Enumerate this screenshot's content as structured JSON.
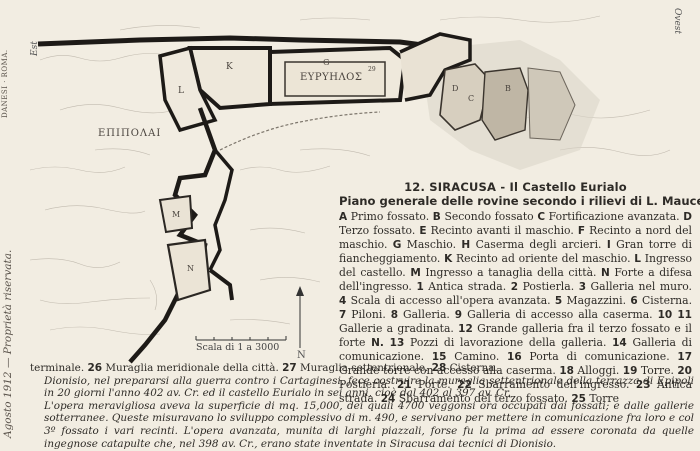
{
  "publisher": "DANESI · ROMA.",
  "rights": "Agosto 1912 — Proprietà riservata.",
  "compass": {
    "east": "Est",
    "west": "Ovest",
    "north": "N"
  },
  "map": {
    "region_label": "ΕΠΙΠΟΛΑΙ",
    "courtyard_label": "ΕΥΡΥΗΛΟΣ",
    "letters": [
      "K",
      "G",
      "L",
      "M",
      "N",
      "D",
      "C",
      "B",
      "29"
    ],
    "scale_label": "Scala di 1 a 3000"
  },
  "legend": {
    "title": "12. SIRACUSA - Il Castello Eurialo",
    "subtitle": "Piano generale delle rovine secondo i rilievi di L. Mauceri.",
    "entries": [
      {
        "key": "A",
        "text": "Primo fossato."
      },
      {
        "key": "B",
        "text": "Secondo fossato"
      },
      {
        "key": "C",
        "text": "Fortificazione avanzata."
      },
      {
        "key": "D",
        "text": "Terzo fossato."
      },
      {
        "key": "E",
        "text": "Recinto avanti il maschio."
      },
      {
        "key": "F",
        "text": "Recinto a nord del maschio."
      },
      {
        "key": "G",
        "text": "Maschio."
      },
      {
        "key": "H",
        "text": "Caserma degli arcieri."
      },
      {
        "key": "I",
        "text": "Gran torre di fiancheggiamento."
      },
      {
        "key": "K",
        "text": "Recinto ad oriente del maschio."
      },
      {
        "key": "L",
        "text": "Ingresso del castello."
      },
      {
        "key": "M",
        "text": "Ingresso a tanaglia della città."
      },
      {
        "key": "N",
        "text": "Forte a difesa dell'ingresso."
      },
      {
        "key": "1",
        "text": "Antica strada."
      },
      {
        "key": "2",
        "text": "Postierla."
      },
      {
        "key": "3",
        "text": "Galleria nel muro."
      },
      {
        "key": "4",
        "text": "Scala di accesso all'opera avanzata."
      },
      {
        "key": "5",
        "text": "Magazzini."
      },
      {
        "key": "6",
        "text": "Cisterna."
      },
      {
        "key": "7",
        "text": "Piloni."
      },
      {
        "key": "8",
        "text": "Galleria."
      },
      {
        "key": "9",
        "text": "Galleria di accesso alla caserma."
      },
      {
        "key": "10 11",
        "text": "Gallerie a gradinata."
      },
      {
        "key": "12",
        "text": "Grande galleria fra il terzo fossato e il forte"
      },
      {
        "key": "N.",
        "text": ""
      },
      {
        "key": "13",
        "text": "Pozzi di lavorazione della galleria."
      },
      {
        "key": "14",
        "text": "Galleria di comunicazione."
      },
      {
        "key": "15",
        "text": "Camino."
      },
      {
        "key": "16",
        "text": "Porta di comunicazione."
      },
      {
        "key": "17",
        "text": "Grande torre con accesso alla caserma."
      },
      {
        "key": "18",
        "text": "Alloggi."
      },
      {
        "key": "19",
        "text": "Torre."
      },
      {
        "key": "20",
        "text": "Postierla."
      },
      {
        "key": "21",
        "text": "Porte."
      },
      {
        "key": "22",
        "text": "Sbarramento dell'ingresso."
      },
      {
        "key": "23",
        "text": "Antica strada."
      },
      {
        "key": "24",
        "text": "Sbarramento del terzo fossato."
      },
      {
        "key": "25",
        "text": "Torre"
      }
    ]
  },
  "caption": {
    "continuation": [
      {
        "text": "terminale."
      },
      {
        "key": "26",
        "text": "Muraglia meridionale della città."
      },
      {
        "key": "27",
        "text": "Muraglia settentrionale."
      },
      {
        "key": "28",
        "text": "Cisterna."
      }
    ],
    "paragraph1": "Dionisio, nel prepararsi alla guerra contro i Cartaginesi, fece costruire la muraglia settentrionale della terrazza di Epipoli in 20 giorni l'anno 402 av. Cr. ed il castello Eurialo in sei anni, cioè dal 402 al 397 av. Cr.",
    "paragraph2": "L'opera meravigliosa aveva la superficie di mq. 15,000, dei quali 4700 veggonsi ora occupati dai fossati; e dalle gallerie sotterranee. Queste misuravano lo sviluppo complessivo di m. 490, e servivano per mettere in comunicazione fra loro e col 3º fossato i vari recinti. L'opera avanzata, munita di larghi piazzali, forse fu la prima ad essere coronata da quelle ingegnose catapulte che, nel 398 av. Cr., erano state inventate in Siracusa dai tecnici di Dionisio."
  }
}
